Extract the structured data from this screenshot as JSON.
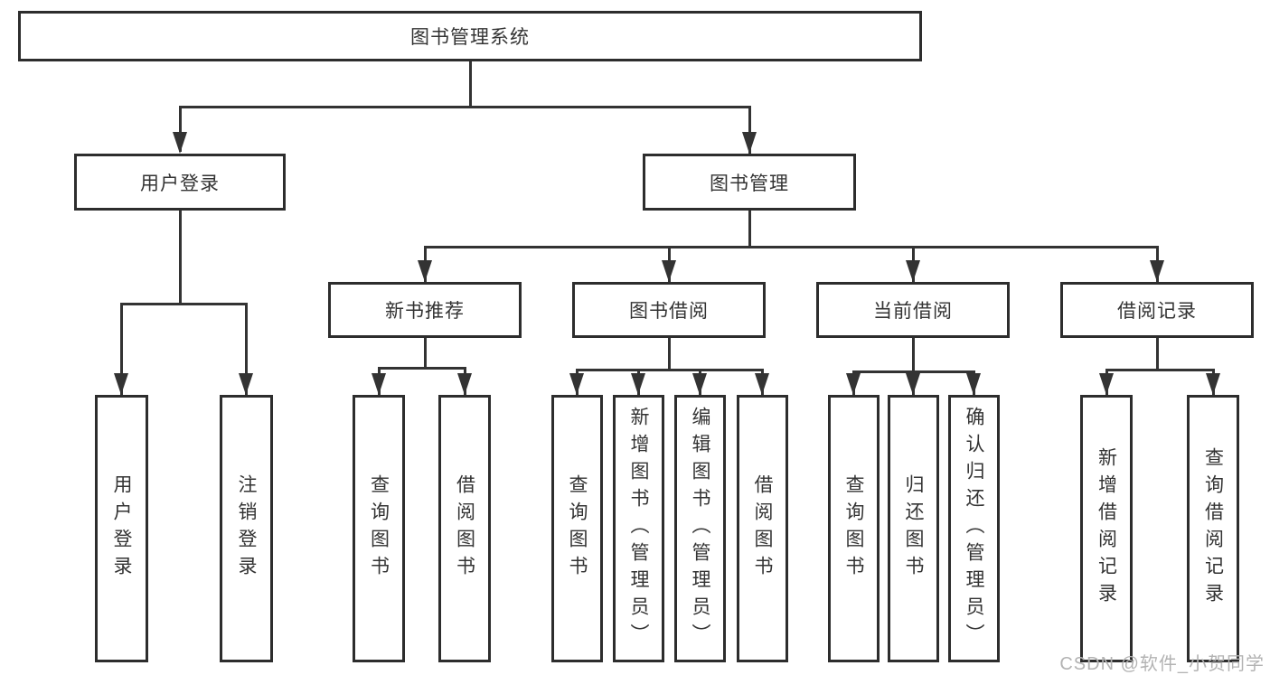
{
  "tree": {
    "root": {
      "label": "图书管理系统"
    },
    "level2": [
      {
        "label": "用户登录"
      },
      {
        "label": "图书管理"
      }
    ],
    "level3": [
      {
        "label": "新书推荐"
      },
      {
        "label": "图书借阅"
      },
      {
        "label": "当前借阅"
      },
      {
        "label": "借阅记录"
      }
    ],
    "leaves": {
      "login": [
        {
          "label": "用户登录"
        },
        {
          "label": "注销登录"
        }
      ],
      "new_books": [
        {
          "label": "查询图书"
        },
        {
          "label": "借阅图书"
        }
      ],
      "borrowing": [
        {
          "label": "查询图书"
        },
        {
          "label": "新增图书（管理员）"
        },
        {
          "label": "编辑图书（管理员）"
        },
        {
          "label": "借阅图书"
        }
      ],
      "current": [
        {
          "label": "查询图书"
        },
        {
          "label": "归还图书"
        },
        {
          "label": "确认归还（管理员）"
        }
      ],
      "records": [
        {
          "label": "新增借阅记录"
        },
        {
          "label": "查询借阅记录"
        }
      ]
    }
  },
  "watermark": "CSDN @软件_小贺同学",
  "colors": {
    "line_color": "#333333",
    "box_border_color": "#2d2d2d",
    "text_color": "#333333",
    "watermark_color": "#b3b3b3",
    "background_color": "#ffffff"
  }
}
